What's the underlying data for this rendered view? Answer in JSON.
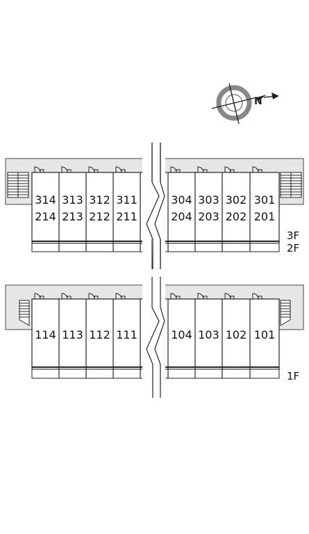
{
  "compass": {
    "north_label": "N"
  },
  "upper_building": {
    "units_top_row": [
      "314",
      "313",
      "312",
      "311",
      "",
      "304",
      "303",
      "302",
      "301"
    ],
    "units_bottom_row": [
      "214",
      "213",
      "212",
      "211",
      "",
      "204",
      "203",
      "202",
      "201"
    ],
    "floor_labels": [
      "3F",
      "2F"
    ]
  },
  "lower_building": {
    "units": [
      "114",
      "113",
      "112",
      "111",
      "",
      "104",
      "103",
      "102",
      "101"
    ],
    "floor_labels": [
      "1F"
    ]
  }
}
